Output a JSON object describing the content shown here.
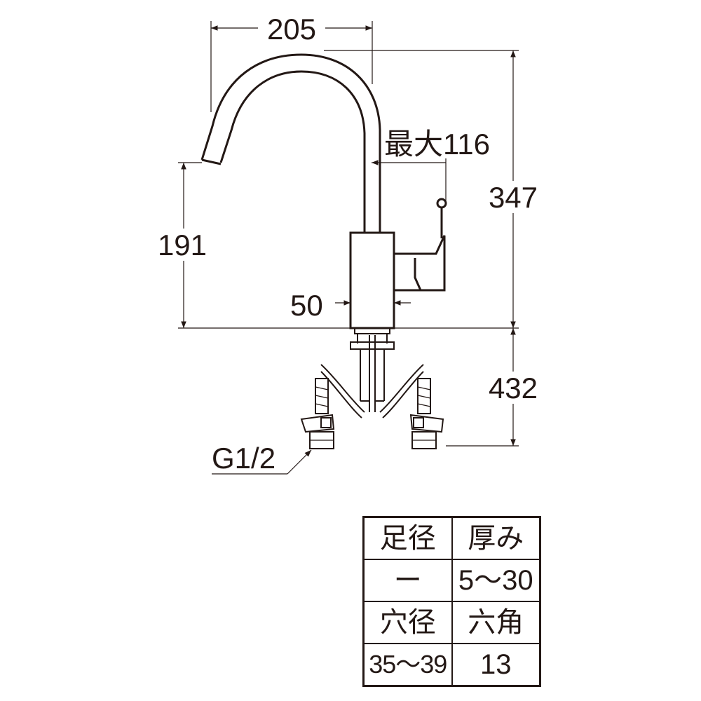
{
  "dimensions": {
    "spout_reach": "205",
    "handle_max": "最大116",
    "total_height": "347",
    "spout_height": "191",
    "body_diameter": "50",
    "hose_length": "432",
    "thread": "G1/2"
  },
  "spec_table": {
    "foot_diameter_label": "足径",
    "foot_diameter_value": "ー",
    "thickness_label": "厚み",
    "thickness_value": "5～30",
    "hole_diameter_label": "穴径",
    "hole_diameter_value": "35～39",
    "hex_label": "六角",
    "hex_value": "13"
  },
  "colors": {
    "line": "#231815",
    "background": "#ffffff"
  }
}
